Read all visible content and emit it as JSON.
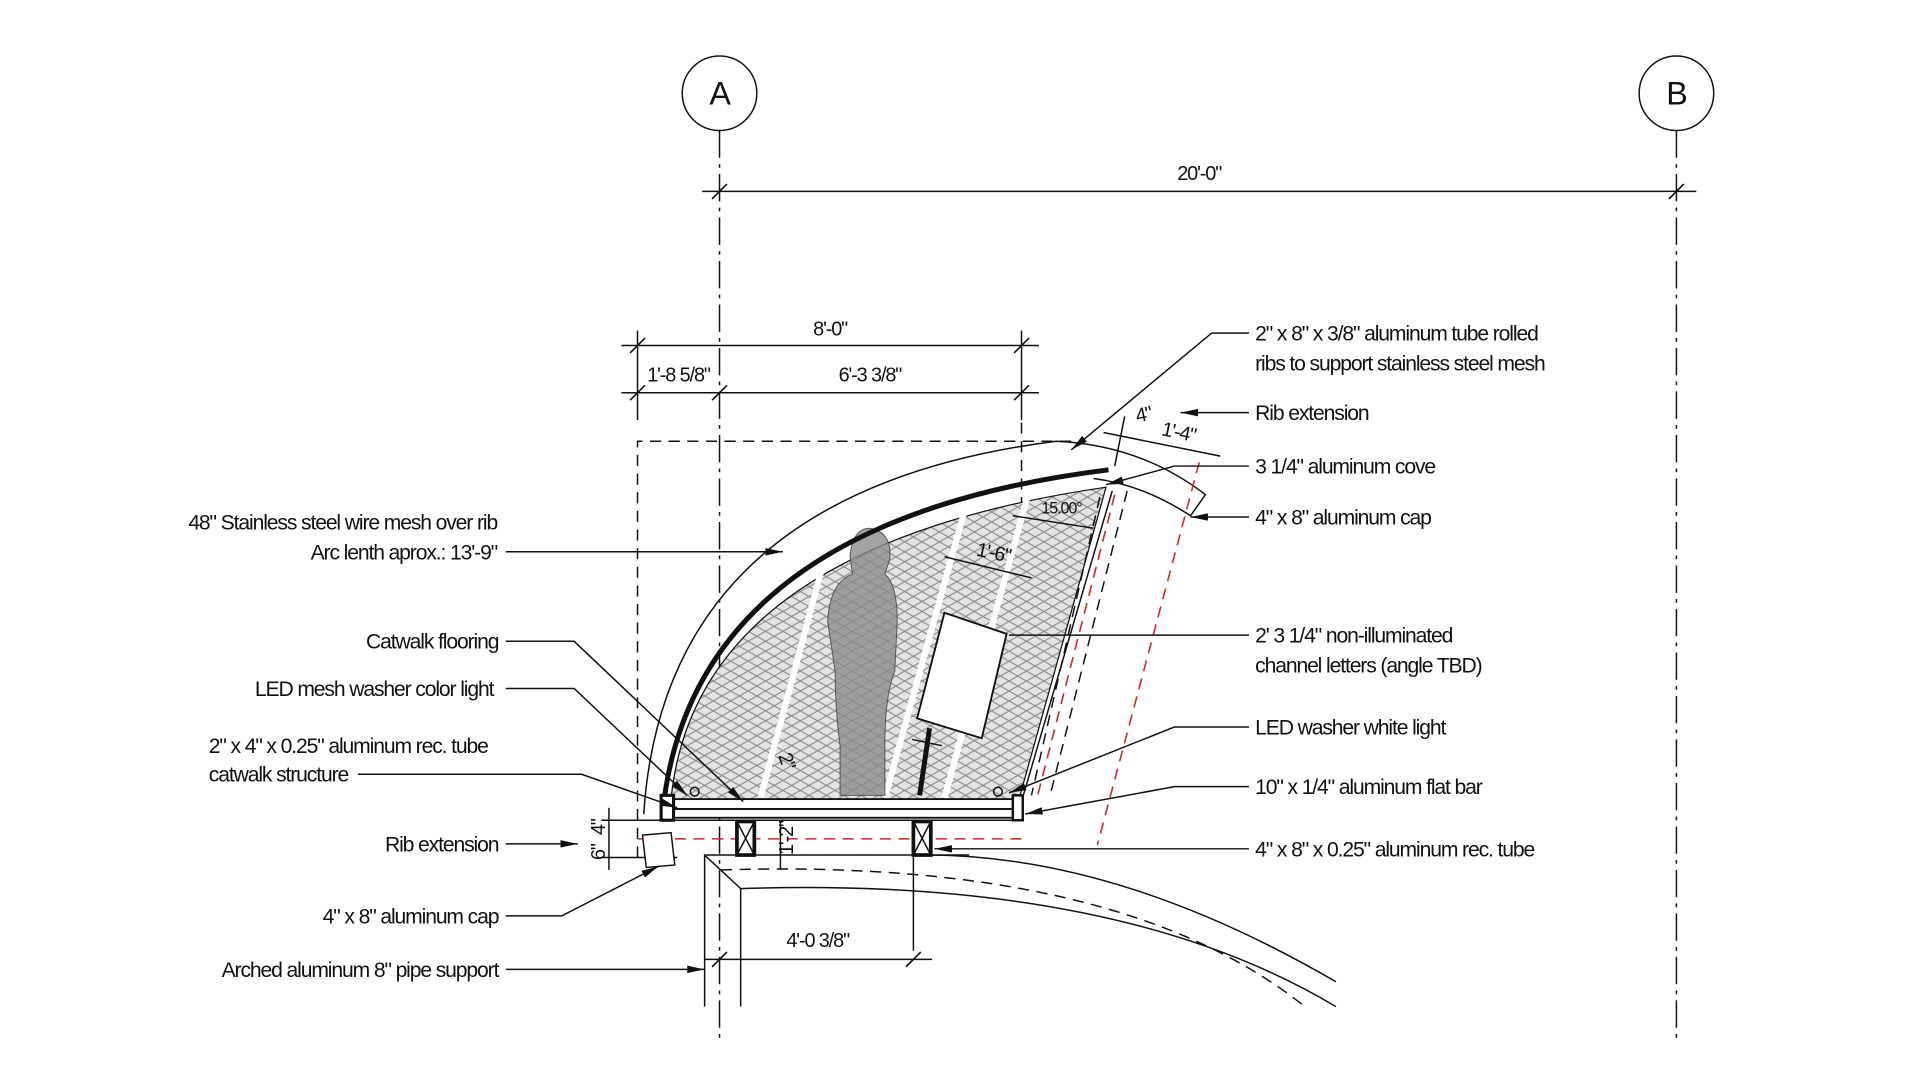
{
  "grid": {
    "a": "A",
    "b": "B"
  },
  "dimensions": {
    "overall": "20'-0\"",
    "width": "8'-0\"",
    "left_offset": "1'-8 5/8\"",
    "right_span": "6'-3 3/8\"",
    "rib_ext_4": "4\"",
    "rib_ext_14": "1'-4\"",
    "angle": "15.00°",
    "sign_offset": "1'-6\"",
    "small_2": "2\"",
    "height_12": "1'-2\"",
    "six": "6\"",
    "four": "4\"",
    "support_span": "4'-0 3/8\""
  },
  "labels_right": [
    "2\" x 8\" x 3/8\" aluminum tube rolled",
    "ribs to support stainless steel mesh",
    "Rib extension",
    "3 1/4\" aluminum cove",
    "4\" x 8\" aluminum cap",
    "2'  3 1/4\" non-illuminated",
    "channel letters (angle TBD)",
    "LED washer white light",
    "10\" x 1/4\" aluminum flat bar",
    "4\" x 8\" x 0.25\" aluminum rec. tube"
  ],
  "labels_left": [
    "48\" Stainless steel wire mesh over rib",
    "Arc lenth aprox.: 13'-9\"",
    "Catwalk flooring",
    "LED mesh washer color light",
    "2\" x 4\" x 0.25\" aluminum rec. tube",
    "catwalk structure",
    "Rib extension",
    "4\" x 8\" aluminum cap",
    "Arched aluminum 8\" pipe support"
  ],
  "colors": {
    "line": "#111111",
    "red_dashed": "#d62828",
    "mesh": "#9a9a9a",
    "figure": "#8c8c8c"
  }
}
